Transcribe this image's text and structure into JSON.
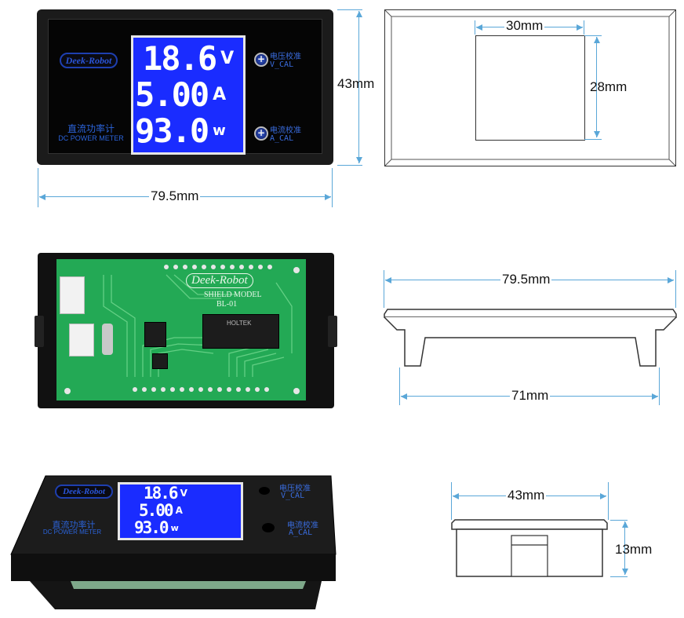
{
  "meter": {
    "brand": "Deek-Robot",
    "title_cn": "直流功率计",
    "title_en": "DC POWER METER",
    "readings": [
      {
        "value": "18.6",
        "unit": "V"
      },
      {
        "value": "5.00",
        "unit": "A"
      },
      {
        "value": "93.0",
        "unit": "W"
      }
    ],
    "voltage_cal_cn": "电压校准",
    "voltage_cal_en": "V_CAL",
    "current_cal_cn": "电流校准",
    "current_cal_en": "A_CAL"
  },
  "pcb": {
    "brand": "Deek-Robot",
    "shield_model": "SHIELD MODEL",
    "board_id": "BL-01",
    "chip_label": "HOLTEK"
  },
  "dimensions": {
    "front_width": "79.5mm",
    "front_height": "43mm",
    "cutout_width": "30mm",
    "cutout_height": "28mm",
    "side_width_top": "79.5mm",
    "side_width_bottom": "71mm",
    "end_width": "43mm",
    "end_depth": "13mm"
  },
  "colors": {
    "lcd_blue": "#1a2cff",
    "dimension_line": "#5aa7d8",
    "accent_blue": "#2b63d9",
    "pcb_green": "#23a955"
  }
}
